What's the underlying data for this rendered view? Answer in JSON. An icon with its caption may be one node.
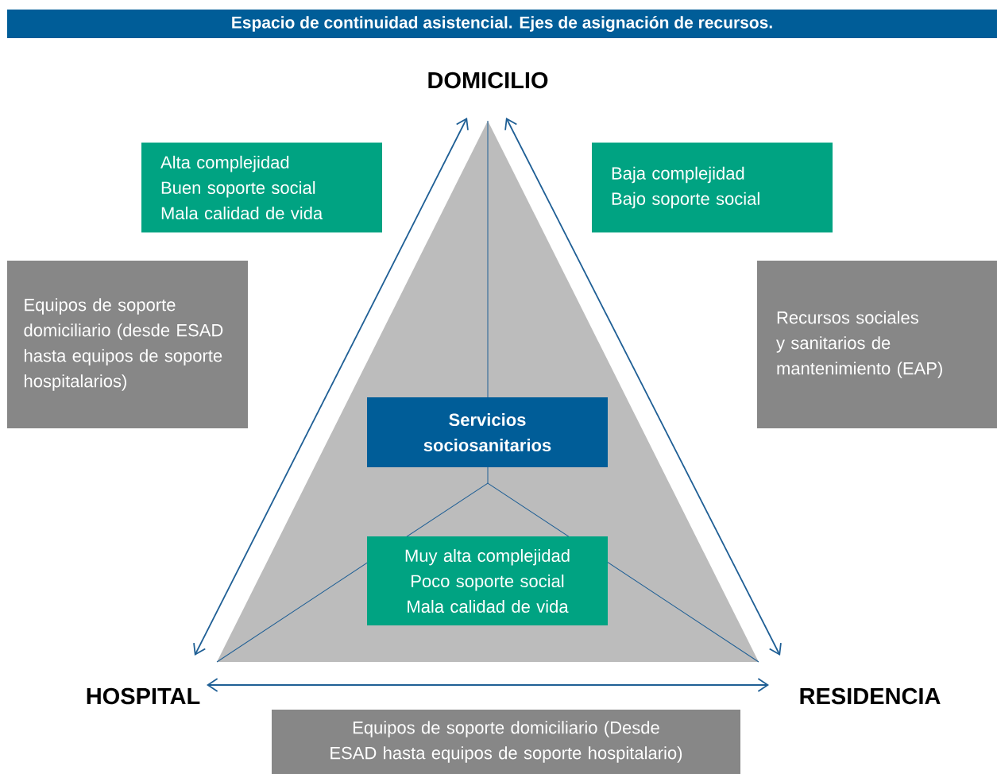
{
  "diagram": {
    "title": "Espacio de continuidad asistencial. Ejes de asignación de recursos.",
    "nodes": [
      {
        "text": [
          "DOMICILIO"
        ]
      },
      {
        "text": [
          "Alta complejidad",
          "Buen soporte social",
          "Mala calidad de vida"
        ]
      },
      {
        "text": [
          "Baja complejidad",
          "Bajo soporte social"
        ]
      },
      {
        "text": [
          "Equipos de soporte domiciliario (desde ESAD hasta equipos de soporte hospitalarios)"
        ]
      },
      {
        "text": [
          "Recursos sociales y sanitarios de mantenimiento (EAP)"
        ]
      },
      {
        "text": [
          "Servicios sociosanitarios"
        ]
      },
      {
        "text": [
          "Muy alta complejidad",
          "Poco soporte social",
          "Mala calidad de vida"
        ]
      },
      {
        "text": [
          "HOSPITAL"
        ]
      },
      {
        "text": [
          "Equipos de soporte domiciliario (Desde ESAD hasta equipos de soporte hospitalario)"
        ]
      },
      {
        "text": [
          "RESIDENCIA"
        ]
      }
    ],
    "edges": [
      {
        "from": 0,
        "to": 7,
        "arrow": "both"
      },
      {
        "from": 0,
        "to": 9,
        "arrow": "both"
      },
      {
        "from": 7,
        "to": 9,
        "arrow": "both"
      }
    ]
  }
}
